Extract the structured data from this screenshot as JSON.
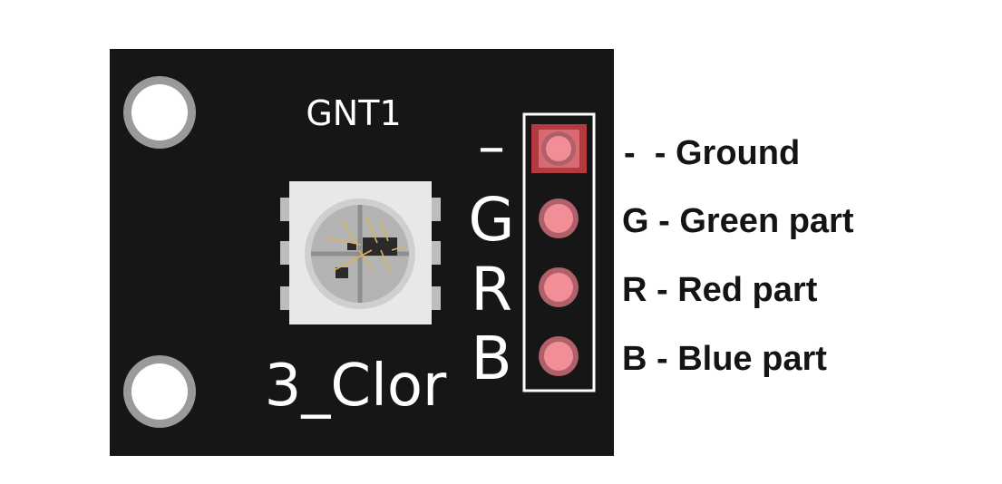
{
  "board": {
    "label": "GNT1",
    "component_label": "3_Clor"
  },
  "pins": [
    {
      "letter": "–",
      "legend": "-  - Ground"
    },
    {
      "letter": "G",
      "legend": "G - Green part"
    },
    {
      "letter": "R",
      "legend": "R - Red part"
    },
    {
      "letter": "B",
      "legend": "B - Blue part"
    }
  ],
  "colors": {
    "board": "#161616",
    "pin_fill": "#f28e97",
    "pin_ring": "#b06068",
    "ground_pad": "#b33a3e",
    "mount_hole": "#ffffff",
    "mount_ring": "#9a9a9a",
    "led_body": "#e6e6e6"
  }
}
